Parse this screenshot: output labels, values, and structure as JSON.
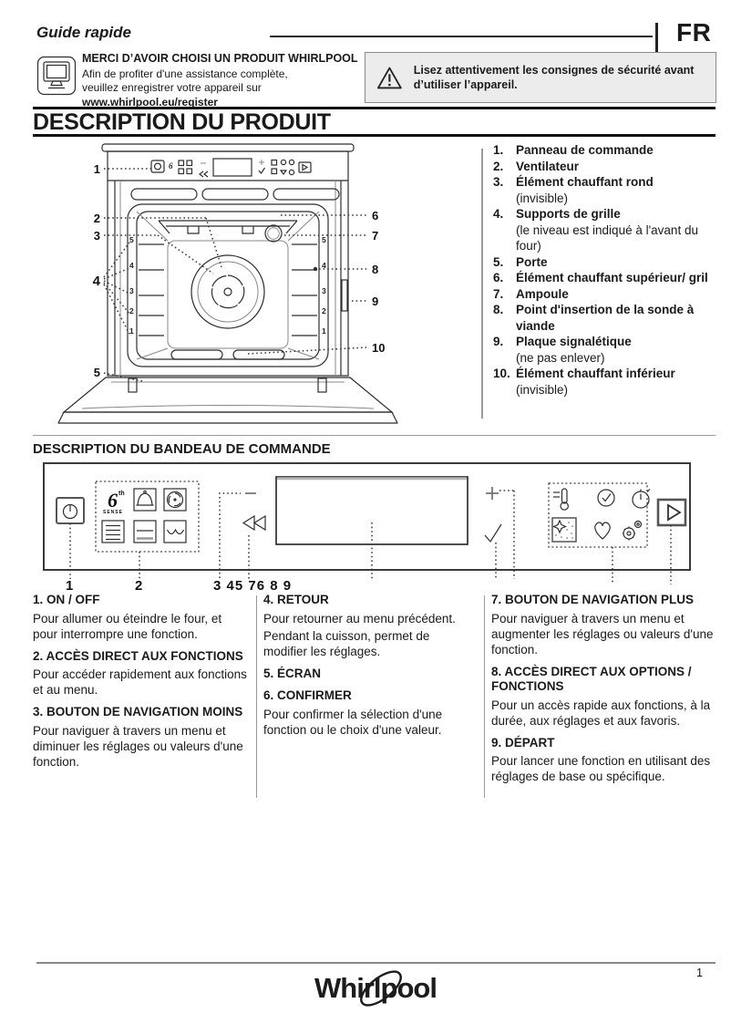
{
  "header": {
    "title": "Guide rapide",
    "lang": "FR"
  },
  "register": {
    "title": "MERCI D’AVOIR CHOISI UN PRODUIT WHIRLPOOL",
    "line1": "Afin de profiter d'une assistance complète,",
    "line2": "veuillez enregistrer votre appareil sur",
    "url": "www.whirlpool.eu/register"
  },
  "warning": {
    "text": "Lisez attentivement les consignes de sécurité avant d’utiliser l’appareil."
  },
  "product": {
    "title": "DESCRIPTION DU PRODUIT",
    "items": [
      {
        "n": "1.",
        "t": "Panneau de commande",
        "s": ""
      },
      {
        "n": "2.",
        "t": "Ventilateur",
        "s": ""
      },
      {
        "n": "3.",
        "t": "Élément chauffant rond",
        "s": "(invisible)"
      },
      {
        "n": "4.",
        "t": "Supports de grille",
        "s": "(le niveau est indiqué à l'avant du four)"
      },
      {
        "n": "5.",
        "t": "Porte",
        "s": ""
      },
      {
        "n": "6.",
        "t": "Élément chauffant supérieur/ gril",
        "s": ""
      },
      {
        "n": "7.",
        "t": "Ampoule",
        "s": ""
      },
      {
        "n": "8.",
        "t": "Point d'insertion de la sonde à viande",
        "s": ""
      },
      {
        "n": "9.",
        "t": "Plaque signalétique",
        "s": "(ne pas enlever)"
      },
      {
        "n": "10.",
        "t": "Élément chauffant inférieur",
        "s": "(invisible)"
      }
    ],
    "diagram": {
      "labels_left": [
        "1",
        "2",
        "3",
        "4",
        "5"
      ],
      "labels_right": [
        "6",
        "7",
        "8",
        "9",
        "10"
      ],
      "rack_levels": [
        "5",
        "4",
        "3",
        "2",
        "1"
      ]
    }
  },
  "panel": {
    "title": "DESCRIPTION DU BANDEAU DE COMMANDE",
    "callouts": {
      "c1": "1",
      "c2": "2",
      "c3": "3 45 76 8 9"
    },
    "six_sense": {
      "six": "6",
      "sup": "th",
      "word": "SENSE"
    },
    "icons": [
      "power-icon",
      "six-sense-icon",
      "dome-icon",
      "fan-icon",
      "menu-icon",
      "oven-icon",
      "grill-icon",
      "minus-icon",
      "back-icon",
      "display",
      "plus-icon",
      "confirm-icon",
      "temperature-icon",
      "clock-icon",
      "timer-icon",
      "clean-icon",
      "favorites-icon",
      "settings-icon",
      "start-icon"
    ]
  },
  "legend": {
    "blocks": [
      {
        "h": "1. ON / OFF",
        "p1": "Pour allumer ou éteindre le four, et pour interrompre une fonction."
      },
      {
        "h": "2. ACCÈS DIRECT AUX FONCTIONS",
        "p1": "Pour accéder rapidement aux fonctions et au menu."
      },
      {
        "h": "3. BOUTON DE NAVIGATION MOINS",
        "p1": "Pour naviguer à travers un menu et diminuer les réglages ou valeurs d'une fonction."
      },
      {
        "h": "4. RETOUR",
        "p1": "Pour retourner au menu précédent.",
        "p2": "Pendant la cuisson, permet de modifier les réglages."
      },
      {
        "h": "5. ÉCRAN"
      },
      {
        "h": "6. CONFIRMER",
        "p1": "Pour confirmer la sélection d'une fonction ou le choix d'une valeur."
      },
      {
        "h": "7. BOUTON DE NAVIGATION PLUS",
        "p1": "Pour naviguer à travers un menu et augmenter les réglages ou valeurs d'une fonction."
      },
      {
        "h": "8. ACCÈS DIRECT AUX OPTIONS / FONCTIONS",
        "p1": "Pour un accès rapide aux fonctions, à la durée, aux réglages et aux favoris."
      },
      {
        "h": "9. DÉPART",
        "p1": "Pour lancer une fonction en utilisant des réglages de base ou spécifique."
      }
    ]
  },
  "footer": {
    "brand": "Whirlpool",
    "page": "1"
  }
}
